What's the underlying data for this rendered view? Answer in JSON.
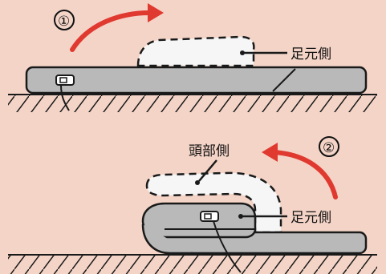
{
  "steps": [
    {
      "number": "①",
      "labels": {
        "foot_side": "足元側"
      }
    },
    {
      "number": "②",
      "labels": {
        "head_side": "頭部側",
        "foot_side": "足元側"
      }
    }
  ],
  "colors": {
    "background": "#f4d4c7",
    "arrow": "#e0392f",
    "pad_fill": "#b9b9b9",
    "outline": "#1a1a1a",
    "dashed_fill": "#f6f6f6"
  }
}
